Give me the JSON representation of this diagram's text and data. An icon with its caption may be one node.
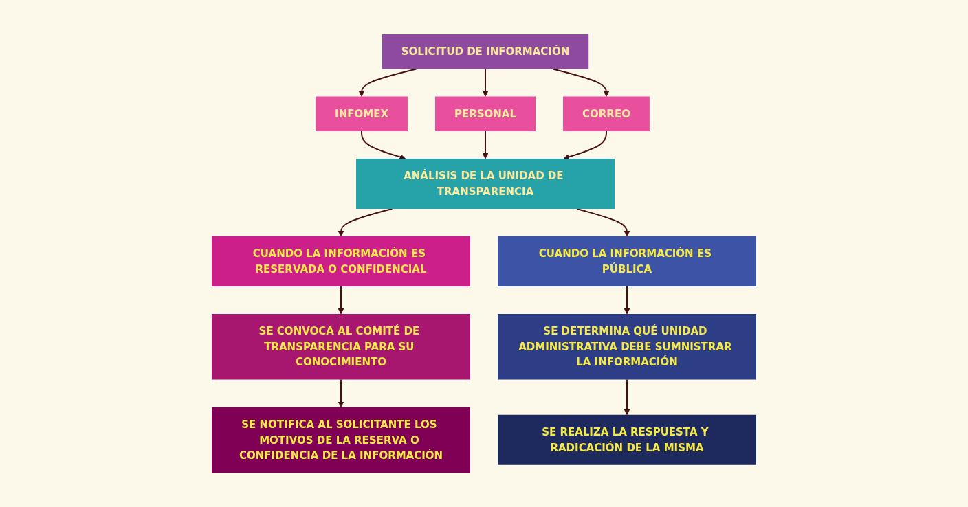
{
  "diagram": {
    "nodes": [
      {
        "text": [
          "SOLICITUD DE INFORMACIÓN"
        ]
      },
      {
        "text": [
          "INFOMEX"
        ]
      },
      {
        "text": [
          "PERSONAL"
        ]
      },
      {
        "text": [
          "CORREO"
        ]
      },
      {
        "text": [
          "ANÁLISIS DE LA UNIDAD DE TRANSPARENCIA"
        ]
      },
      {
        "text": [
          "CUANDO LA INFORMACIÓN ES RESERVADA O CONFIDENCIAL"
        ]
      },
      {
        "text": [
          "SE CONVOCA AL COMITÉ DE TRANSPARENCIA PARA SU CONOCIMIENTO"
        ]
      },
      {
        "text": [
          "SE NOTIFICA AL SOLICITANTE LOS MOTIVOS DE LA RESERVA O CONFIDENCIA DE LA INFORMACIÓN"
        ]
      },
      {
        "text": [
          "CUANDO LA INFORMACIÓN ES PÚBLICA"
        ]
      },
      {
        "text": [
          "SE DETERMINA QUÉ UNIDAD ADMINISTRATIVA DEBE SUMNISTRAR LA INFORMACIÓN"
        ]
      },
      {
        "text": [
          "SE REALIZA LA RESPUESTA Y RADICACIÓN DE LA MISMA"
        ]
      }
    ],
    "edges": [
      {
        "from": 0,
        "to": 1,
        "arrow": "to"
      },
      {
        "from": 0,
        "to": 2,
        "arrow": "to"
      },
      {
        "from": 0,
        "to": 3,
        "arrow": "to"
      },
      {
        "from": 1,
        "to": 4,
        "arrow": "to"
      },
      {
        "from": 2,
        "to": 4,
        "arrow": "to"
      },
      {
        "from": 3,
        "to": 4,
        "arrow": "to"
      },
      {
        "from": 4,
        "to": 5,
        "arrow": "to"
      },
      {
        "from": 4,
        "to": 8,
        "arrow": "to"
      },
      {
        "from": 5,
        "to": 6,
        "arrow": "to"
      },
      {
        "from": 6,
        "to": 7,
        "arrow": "to"
      },
      {
        "from": 8,
        "to": 9,
        "arrow": "to"
      },
      {
        "from": 9,
        "to": 10,
        "arrow": "to"
      }
    ]
  }
}
